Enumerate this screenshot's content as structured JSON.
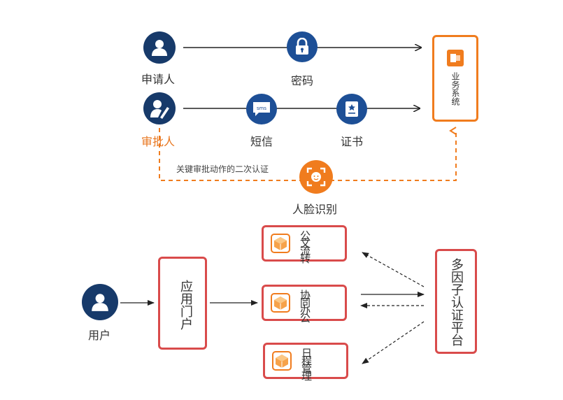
{
  "top": {
    "applicant_label": "申请人",
    "approver_label": "审批人",
    "password_label": "密码",
    "sms_label": "短信",
    "sms_icon_text": "sms",
    "certificate_label": "证书",
    "face_label": "人脸识别",
    "dashed_note": "关键审批动作的二次认证",
    "business_system_label": "业务系统"
  },
  "bottom": {
    "user_label": "用户",
    "portal_label": "应用门户",
    "apps": [
      "公文流转",
      "协同办公",
      "日程管理"
    ],
    "mfa_platform_label": "多因子认证平台"
  },
  "colors": {
    "navy": "#173a6a",
    "orange": "#f07c1e",
    "red": "#d94b4b"
  },
  "icons": {
    "person": "person-icon",
    "signer": "pen-person-icon",
    "lock": "lock-icon",
    "sms": "sms-icon",
    "certificate": "certificate-icon",
    "face": "face-scan-icon",
    "app": "cube-icon"
  }
}
